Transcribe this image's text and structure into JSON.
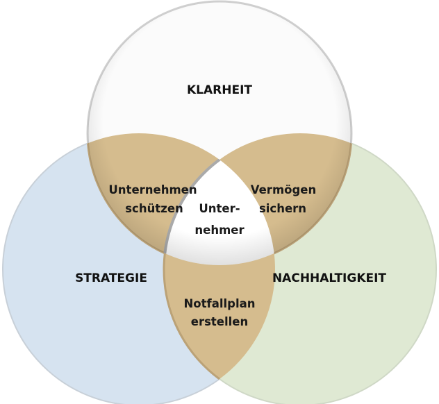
{
  "colors": {
    "top": "#fbfbfb",
    "left": "#d6e3f0",
    "right": "#dfe9d3",
    "overlap": "#d5bc8e",
    "center": "#ffffff",
    "edge": "#b5b5b5"
  },
  "circles": {
    "top": "KLARHEIT",
    "left": "STRATEGIE",
    "right": "NACHHALTIGKEIT"
  },
  "overlaps": {
    "top_left": [
      "Unternehmen",
      "schützen"
    ],
    "top_right": [
      "Vermögen",
      "sichern"
    ],
    "bottom": [
      "Notfallplan",
      "erstellen"
    ],
    "center": [
      "Unter-",
      "nehmer"
    ]
  }
}
